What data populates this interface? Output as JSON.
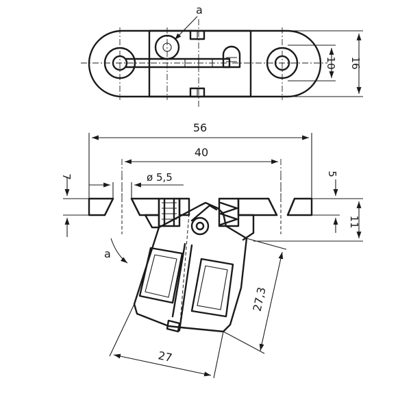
{
  "top_view": {
    "callout": "a",
    "dim_height": "10",
    "dim_width": "16"
  },
  "front_view": {
    "dim_overall": "56",
    "dim_holes": "40",
    "dim_hole_dia": "ø 5,5",
    "dim_left": "7",
    "dim_right_top": "5",
    "dim_right": "11",
    "callout": "a",
    "dim_clip_height": "27,3",
    "dim_clip_width": "27"
  },
  "colors": {
    "line": "#1a1a1a",
    "hatch_bg": "#d8d8d8",
    "paper": "#ffffff"
  }
}
